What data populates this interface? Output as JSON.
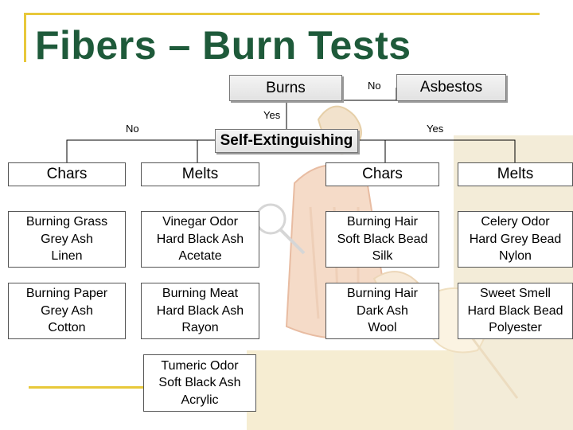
{
  "title": "Fibers – Burn Tests",
  "nodes": {
    "burns": "Burns",
    "asbestos": "Asbestos",
    "self_extinguishing": "Self-Extinguishing"
  },
  "edge_labels": {
    "burns_to_asbestos": "No",
    "burns_to_self": "Yes",
    "self_no": "No",
    "self_yes": "Yes"
  },
  "columns": [
    {
      "header": "Chars",
      "cells": [
        [
          "Burning Grass",
          "Grey Ash",
          "Linen"
        ],
        [
          "Burning Paper",
          "Grey Ash",
          "Cotton"
        ]
      ]
    },
    {
      "header": "Melts",
      "cells": [
        [
          "Vinegar Odor",
          "Hard Black Ash",
          "Acetate"
        ],
        [
          "Burning Meat",
          "Hard Black Ash",
          "Rayon"
        ],
        [
          "Tumeric Odor",
          "Soft Black Ash",
          "Acrylic"
        ]
      ]
    },
    {
      "header": "Chars",
      "cells": [
        [
          "Burning Hair",
          "Soft Black Bead",
          "Silk"
        ],
        [
          "Burning Hair",
          "Dark Ash",
          "Wool"
        ]
      ]
    },
    {
      "header": "Melts",
      "cells": [
        [
          "Celery Odor",
          "Hard Grey Bead",
          "Nylon"
        ],
        [
          "Sweet Smell",
          "Hard Black Bead",
          "Polyester"
        ]
      ]
    }
  ]
}
